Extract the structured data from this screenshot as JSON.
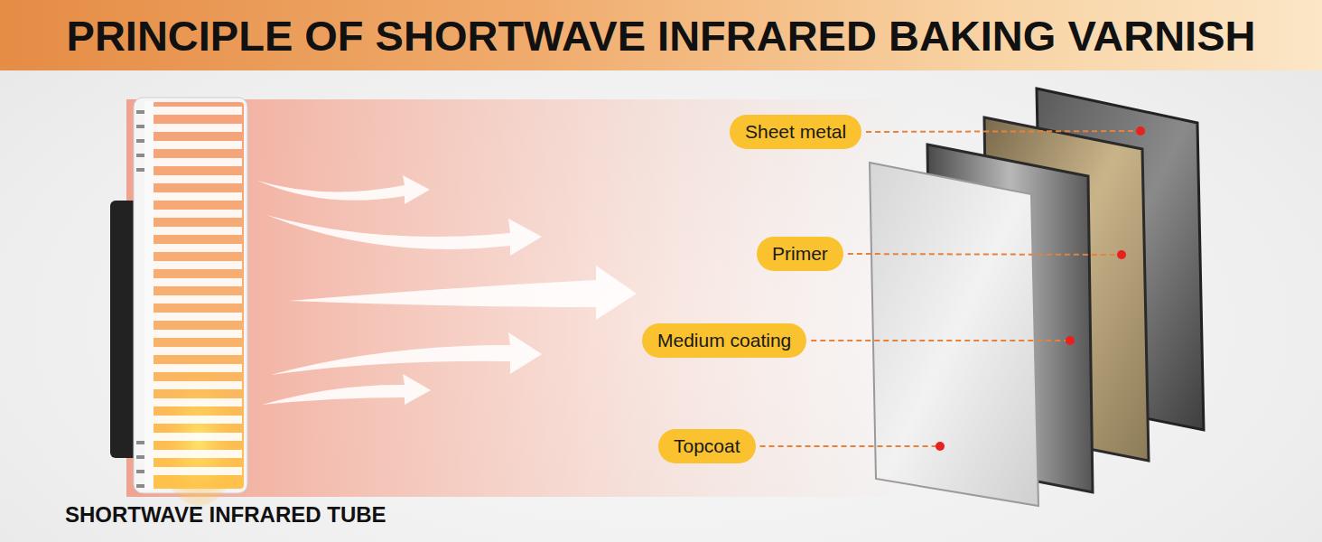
{
  "diagram": {
    "title": "PRINCIPLE OF SHORTWAVE INFRARED BAKING VARNISH",
    "nodes": [
      {
        "text": [
          "Sheet metal"
        ]
      },
      {
        "text": [
          "Primer"
        ]
      },
      {
        "text": [
          "Medium coating"
        ]
      },
      {
        "text": [
          "Topcoat"
        ]
      }
    ],
    "labels": [
      "SHORTWAVE INFRARED TUBE"
    ]
  }
}
